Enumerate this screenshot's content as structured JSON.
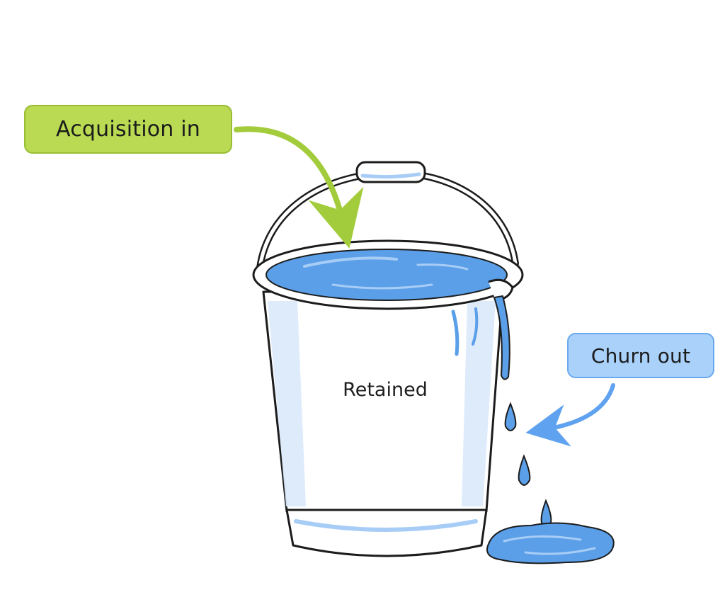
{
  "labels": {
    "acquisition": "Acquisition in",
    "churn": "Churn out",
    "retained": "Retained"
  },
  "colors": {
    "acquisition_fill": "#b9da52",
    "acquisition_arrow": "#a3cc3c",
    "churn_fill": "#a9d1fa",
    "churn_arrow": "#5fa2ef",
    "water": "#5a9fe8",
    "water_light": "#a7cdf6",
    "outline": "#1c1c1c",
    "bucket_body": "#ffffff",
    "bucket_shade": "#d9e9fb"
  }
}
